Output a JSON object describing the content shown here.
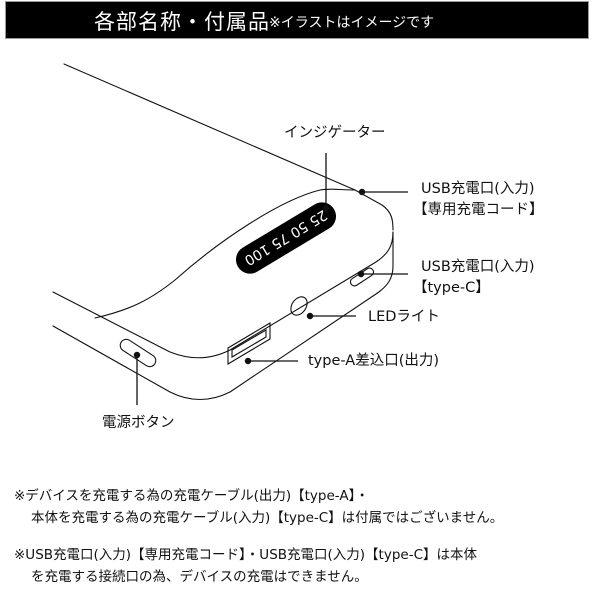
{
  "header": {
    "title": "各部名称・付属品",
    "note": "※イラストはイメージです",
    "background_color": "#000000",
    "text_color": "#ffffff"
  },
  "diagram": {
    "indicator_display": "25 50 75 100",
    "labels": {
      "indicator": "インジゲーター",
      "usb_input_dedicated_line1": "USB充電口(入力)",
      "usb_input_dedicated_line2": "【専用充電コード】",
      "usb_input_typec_line1": "USB充電口(入力)",
      "usb_input_typec_line2": "【type-C】",
      "led_light": "LEDライト",
      "type_a_output": "type-A差込口(出力)",
      "power_button": "電源ボタン"
    }
  },
  "notes": [
    {
      "line1": "※デバイスを充電する為の充電ケーブル(出力)【type-A】・",
      "line2": "本体を充電する為の充電ケーブル(入力)【type-C】は付属ではございません。"
    },
    {
      "line1": "※USB充電口(入力)【専用充電コード】・USB充電口(入力)【type-C】は本体",
      "line2": "を充電する接続口の為、デバイスの充電はできません。"
    }
  ]
}
